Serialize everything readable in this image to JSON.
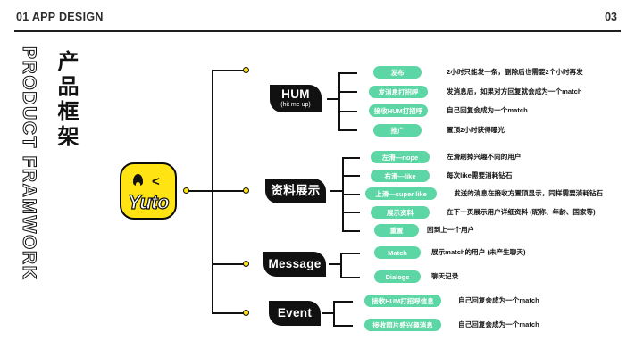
{
  "header": {
    "section": "01  APP DESIGN",
    "page_number": "03"
  },
  "side_title": {
    "english": "PRODUCT FRAMWORK",
    "chinese": "产品框架"
  },
  "logo": {
    "wordmark": "Yuto",
    "mark": "<",
    "bg_color": "#FFE312"
  },
  "colors": {
    "node": "#111111",
    "pill": "#5BD6A4",
    "accent": "#FFE312"
  },
  "branches": [
    {
      "id": "hum",
      "title": "HUM",
      "subtitle": "(hit me up)",
      "items": [
        {
          "label": "发布",
          "desc": "2小时只能发一条，删除后也需要2个小时再发"
        },
        {
          "label": "发消息打招呼",
          "desc": "发消息后，如果对方回复就会成为一个match"
        },
        {
          "label": "接收HUM打招呼",
          "desc": "自己回复会成为一个match"
        },
        {
          "label": "推广",
          "desc": "置顶2小时获得曝光"
        }
      ]
    },
    {
      "id": "profile",
      "title": "资料展示",
      "subtitle": "",
      "items": [
        {
          "label": "左滑—nope",
          "desc": "左滑刷掉兴趣不同的用户"
        },
        {
          "label": "右滑—like",
          "desc": "每次like需要消耗钻石"
        },
        {
          "label": "上滑—super like",
          "desc": "发送的消息在接收方置顶显示，同样需要消耗钻石"
        },
        {
          "label": "展示资料",
          "desc": "在下一页展示用户详细资料 (昵称、年龄、国家等)"
        },
        {
          "label": "重置",
          "desc": "回到上一个用户"
        }
      ]
    },
    {
      "id": "message",
      "title": "Message",
      "subtitle": "",
      "items": [
        {
          "label": "Match",
          "desc": "展示match的用户 (未产生聊天)"
        },
        {
          "label": "Dialogs",
          "desc": "聊天记录"
        }
      ]
    },
    {
      "id": "event",
      "title": "Event",
      "subtitle": "",
      "items": [
        {
          "label": "接收HUM打招呼信息",
          "desc": "自己回复会成为一个match"
        },
        {
          "label": "接收照片感兴趣消息",
          "desc": "自己回复会成为一个match"
        }
      ]
    }
  ]
}
